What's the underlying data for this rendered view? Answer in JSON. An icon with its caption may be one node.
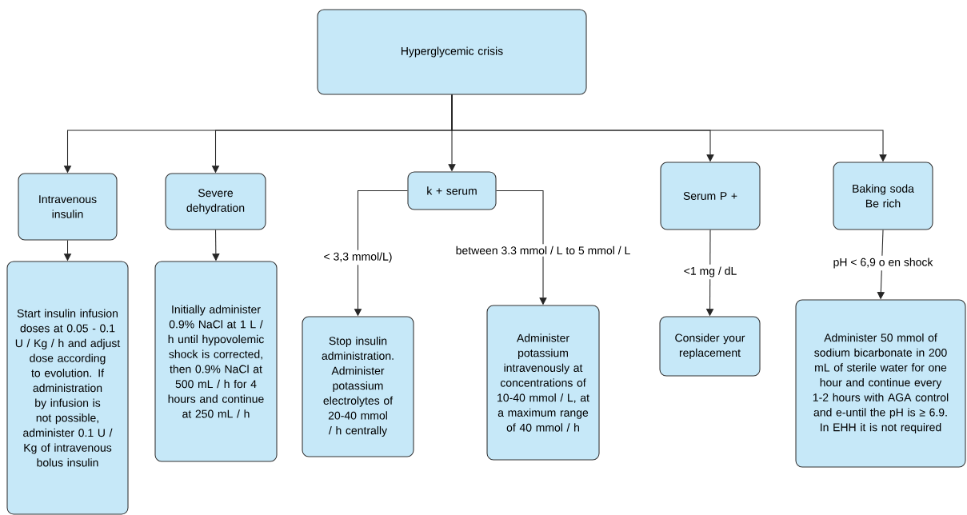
{
  "diagram": {
    "nodes": [
      {
        "text": [
          "Hyperglycemic crisis"
        ]
      },
      {
        "text": [
          "Intravenous insulin"
        ]
      },
      {
        "text": [
          "Severe dehydration"
        ]
      },
      {
        "text": [
          "k + serum"
        ]
      },
      {
        "text": [
          "Serum P +"
        ]
      },
      {
        "text": [
          "Baking soda Be rich"
        ]
      },
      {
        "text": [
          "Start insulin infusion doses at 0.05 - 0.1 U / Kg / h and adjust dose according to evolution. If administration by infusion is not possible, administer 0.1 U / Kg of intravenous bolus insulin"
        ]
      },
      {
        "text": [
          "Initially administer 0.9% NaCl at 1 L / h until hypovolemic shock is corrected, then 0.9% NaCl at 500 mL / h for 4 hours and continue at 250 mL / h"
        ]
      },
      {
        "text": [
          "Stop insulin administration. Administer potassium electrolytes of 20-40 mmol / h centrally"
        ]
      },
      {
        "text": [
          "Administer potassium intravenously at concentrations of 10-40 mmol / L, at a maximum range of 40 mmol / h"
        ]
      },
      {
        "text": [
          "Consider your replacement"
        ]
      },
      {
        "text": [
          "Administer 50 mmol of sodium bicarbonate in 200 mL of sterile water for one hour and continue every 1-2 hours with AGA control and e-until the pH is ≥ 6.9. In EHH it is not required"
        ]
      }
    ],
    "edges": [
      {
        "from": 0,
        "to": 1,
        "arrow": "to"
      },
      {
        "from": 0,
        "to": 2,
        "arrow": "to"
      },
      {
        "from": 0,
        "to": 3,
        "arrow": "to"
      },
      {
        "from": 0,
        "to": 4,
        "arrow": "to"
      },
      {
        "from": 0,
        "to": 5,
        "arrow": "to"
      },
      {
        "from": 1,
        "to": 6,
        "arrow": "to"
      },
      {
        "from": 2,
        "to": 7,
        "arrow": "to"
      },
      {
        "from": 3,
        "to": 8,
        "arrow": "to",
        "label": "< 3,3 mmol/L)"
      },
      {
        "from": 3,
        "to": 9,
        "arrow": "to",
        "label": "between 3.3 mmol / L to 5 mmol / L"
      },
      {
        "from": 4,
        "to": 10,
        "arrow": "to",
        "label": "<1 mg / dL"
      },
      {
        "from": 5,
        "to": 11,
        "arrow": "to",
        "label": "pH < 6,9 o en shock"
      }
    ]
  }
}
